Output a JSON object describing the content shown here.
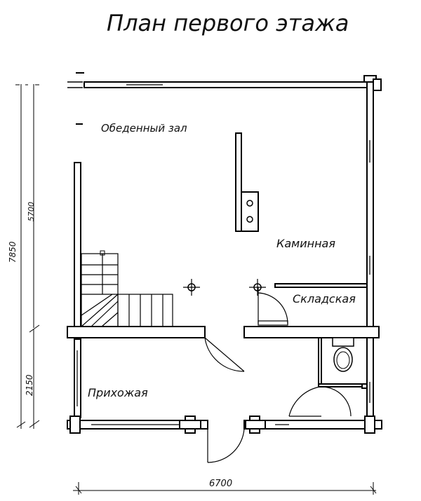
{
  "title": "План первого этажа",
  "rooms": {
    "dining": "Обеденный зал",
    "fireplace": "Каминная",
    "storage": "Складская",
    "hall": "Прихожая"
  },
  "dimensions": {
    "width": "6700",
    "height_total": "7850",
    "height_upper": "5700",
    "height_lower": "2150"
  }
}
